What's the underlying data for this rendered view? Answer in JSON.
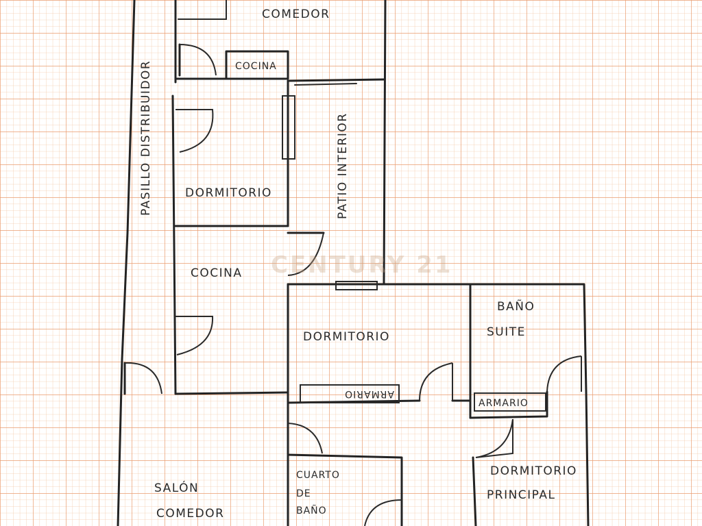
{
  "plan": {
    "labels": {
      "comedor_top": "COMEDOR",
      "cocina_top": "COCINA",
      "pasillo_distribuidor": "PASILLO DISTRIBUIDOR",
      "dormitorio_1": "DORMITORIO",
      "patio_interior": "PATIO INTERIOR",
      "cocina_mid": "COCINA",
      "dormitorio_2": "DORMITORIO",
      "armario_1": "ARMARIO",
      "bano_suite_line1": "BAÑO",
      "bano_suite_line2": "SUITE",
      "armario_2": "ARMARIO",
      "dormitorio_principal_line1": "DORMITORIO",
      "dormitorio_principal_line2": "PRINCIPAL",
      "salon_line1": "SALÓN",
      "salon_line2": "COMEDOR",
      "cuarto_bano_line1": "CUARTO",
      "cuarto_bano_line2": "DE",
      "cuarto_bano_line3": "BAÑO"
    },
    "watermark": "CENTURY 21",
    "colors": {
      "paper": "#ffffff",
      "grid_minor": "#f3c9a8",
      "grid_major": "#ea9c6e",
      "ink": "#232323"
    }
  }
}
